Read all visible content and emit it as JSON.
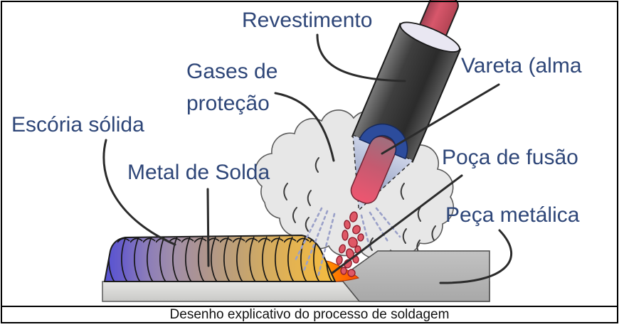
{
  "figure": {
    "caption": "Desenho explicativo do processo de soldagem",
    "labels": {
      "revestimento": "Revestimento",
      "gases_line1": "Gases de",
      "gases_line2": "proteção",
      "vareta": "Vareta (alma",
      "escoria": "Escória sólida",
      "metal_solda": "Metal de Solda",
      "poca_fusao": "Poça de fusão",
      "peca_metalica": "Peça metálica"
    },
    "colors": {
      "label-text": "#2e4678",
      "caption-text": "#111111",
      "frame-border": "#000000",
      "electrode-coating": "#3a3a3a",
      "electrode-rod": "#d8576b",
      "arc-blue": "#2c4c9c",
      "gas-cloud": "#e7e7e7",
      "cloud-outline": "#5a5a5a",
      "bead-slag-blue": "#5552d4",
      "bead-gold": "#f3bf3e",
      "molten-pool": "#ff7a00",
      "droplet-red": "#df5866",
      "plate-light": "#d9d9d8",
      "plate-dark": "#b4b4b6",
      "leader-line": "#2b2b2b",
      "gas-dash": "#9aa0c8"
    }
  }
}
